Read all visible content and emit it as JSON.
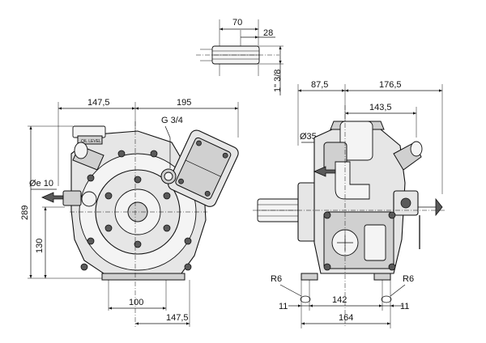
{
  "shaft_detail": {
    "dim_70": "70",
    "dim_28": "28",
    "dim_shaft": "1\" 3/8"
  },
  "front_view": {
    "dim_147_5_top": "147,5",
    "dim_195": "195",
    "thread_label": "G 3/4",
    "outlet_label": "Øe 10",
    "dim_289": "289",
    "dim_130": "130",
    "dim_100": "100",
    "dim_147_5_bottom": "147,5",
    "oil_label": "OIL LEVEL"
  },
  "side_view": {
    "dim_87_5": "87,5",
    "dim_176_5": "176,5",
    "dim_143_5": "143,5",
    "dim_35": "Ø35",
    "r6_left": "R6",
    "r6_right": "R6",
    "dim_11_left": "11",
    "dim_142": "142",
    "dim_11_right": "11",
    "dim_164": "164"
  }
}
